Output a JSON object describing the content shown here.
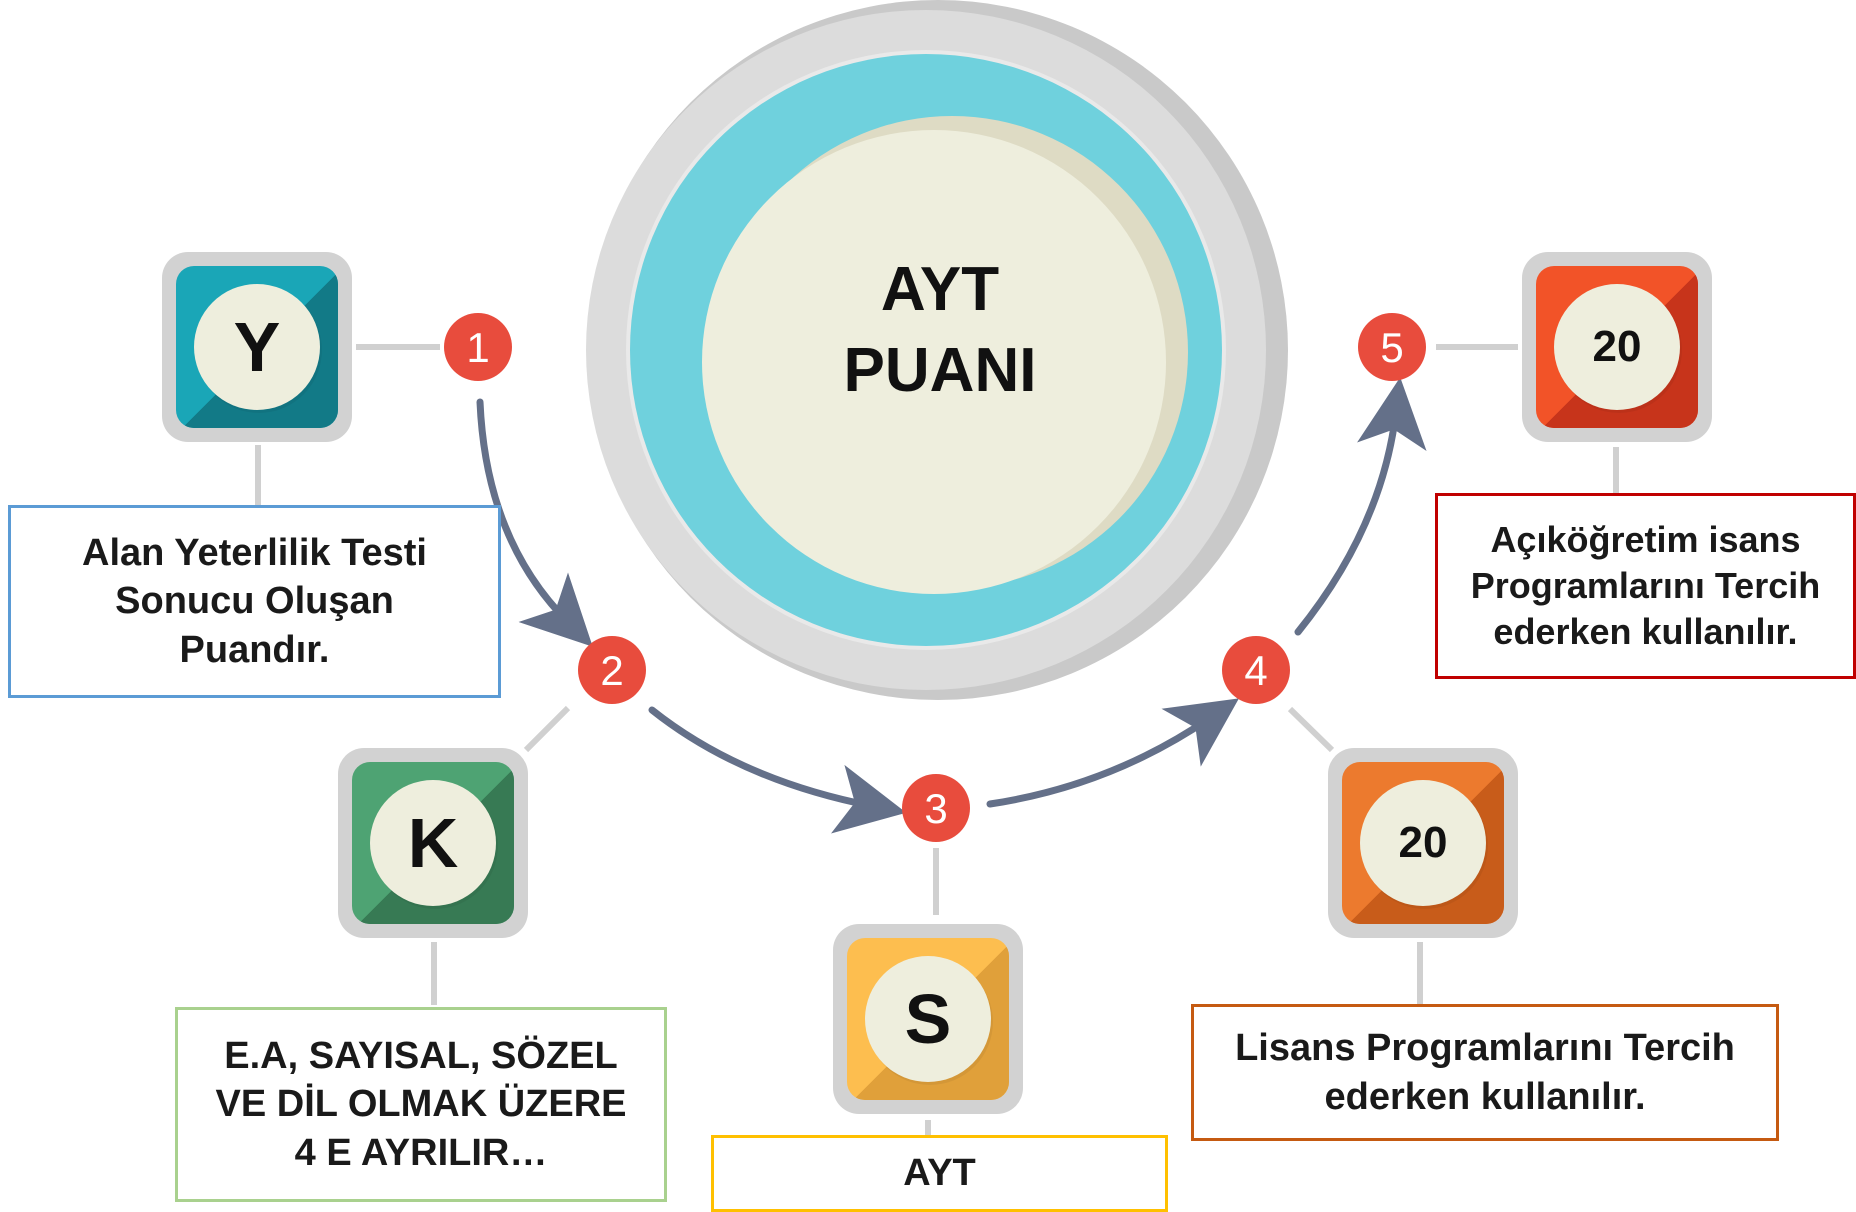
{
  "center": {
    "line1": "AYT",
    "line2": "PUANI"
  },
  "steps": [
    {
      "number": "1",
      "tile_text": "Y",
      "tile_color": "#1aa6b7",
      "tile_dark": "#127a87",
      "caption": "Alan Yeterlilik Testi\nSonucu Oluşan\nPuandır.",
      "border_color": "#5b9bd5"
    },
    {
      "number": "2",
      "tile_text": "K",
      "tile_color": "#4ea373",
      "tile_dark": "#377a54",
      "caption": "E.A, SAYISAL, SÖZEL\nVE DİL OLMAK ÜZERE\n4 E AYRILIR…",
      "border_color": "#a9d18e"
    },
    {
      "number": "3",
      "tile_text": "S",
      "tile_color": "#fdbe4f",
      "tile_dark": "#e0a03a",
      "caption": "AYT",
      "border_color": "#ffc000"
    },
    {
      "number": "4",
      "tile_text": "20",
      "tile_color": "#ec7a2e",
      "tile_dark": "#c85c1a",
      "caption": "Lisans Programlarını Tercih\nederken kullanılır.",
      "border_color": "#c55a11"
    },
    {
      "number": "5",
      "tile_text": "20",
      "tile_color": "#f25328",
      "tile_dark": "#c7341b",
      "caption": "Açıköğretim isans\nProgramlarını Tercih\nederken kullanılır.",
      "border_color": "#c00000"
    }
  ],
  "colors": {
    "badge": "#e84c3d",
    "arrow": "#647089",
    "connector": "#d0d0d0",
    "ring": "#6fd1dd",
    "inner": "#eeeedd"
  }
}
